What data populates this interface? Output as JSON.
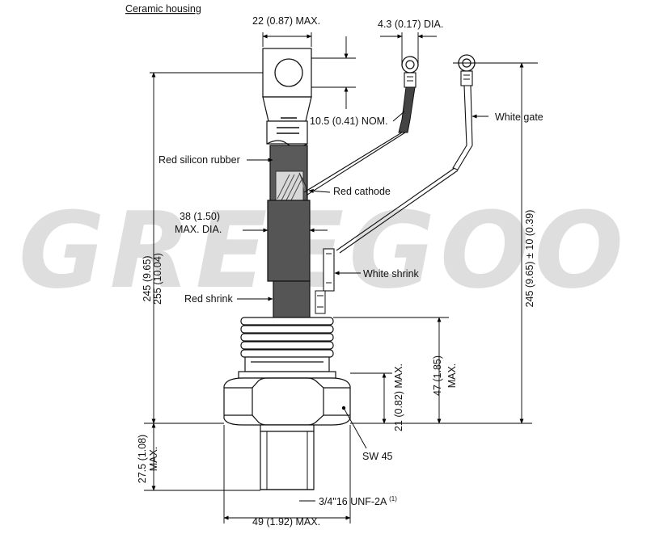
{
  "diagram": {
    "title": "Ceramic housing",
    "watermark": "GREEGOO",
    "colors": {
      "body": "#5f5f5f",
      "body_dark": "#4a4a4a",
      "body_light": "#9a9a9a",
      "watermark": "#d9d9d9",
      "watermark_accent": "#f2aaaa"
    },
    "labels": {
      "top_width": "22 (0.87) MAX.",
      "terminal_dia": "4.3 (0.17) DIA.",
      "nom_height": "10.5 (0.41) NOM.",
      "white_gate": "White gate",
      "red_silicon": "Red silicon rubber",
      "red_cathode": "Red cathode",
      "dia_38_line1": "38 (1.50)",
      "dia_38_line2": "MAX. DIA.",
      "white_shrink": "White shrink",
      "red_shrink": "Red shrink",
      "left_total_1": "245 (9.65)",
      "left_total_2": "255 (10.04)",
      "right_total": "245 (9.65) ± 10 (0.39)",
      "dim_47_1": "47 (1.85)",
      "dim_47_2": "MAX.",
      "dim_21": "21 (0.82) MAX.",
      "sw": "SW 45",
      "dim_275_1": "27.5 (1.08)",
      "dim_275_2": "MAX.",
      "thread": "3/4\"16 UNF-2A",
      "thread_note": "(1)",
      "bottom_width": "49 (1.92) MAX."
    }
  }
}
